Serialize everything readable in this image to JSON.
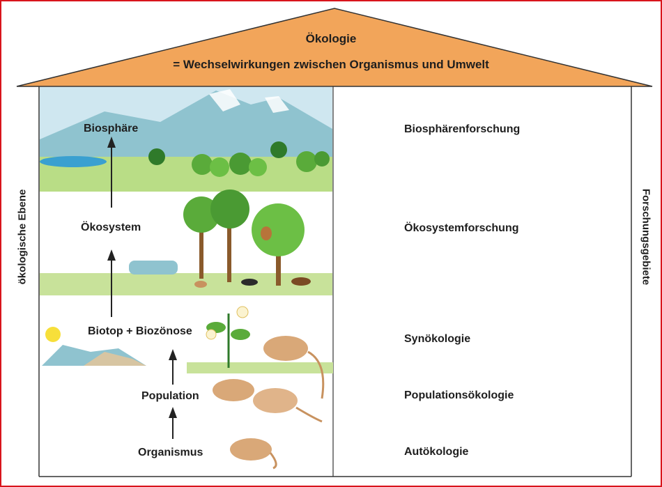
{
  "roof": {
    "title": "Ökologie",
    "subtitle": "= Wechselwirkungen zwischen Organismus und Umwelt"
  },
  "side_labels": {
    "left": "ökologische Ebene",
    "right": "Forschungsgebiete"
  },
  "levels": [
    {
      "label": "Biosphäre",
      "field": "Biosphärenforschung"
    },
    {
      "label": "Ökosystem",
      "field": "Ökosystemforschung"
    },
    {
      "label": "Biotop + Biozönose",
      "field": "Synökologie"
    },
    {
      "label": "Population",
      "field": "Populationsökologie"
    },
    {
      "label": "Organismus",
      "field": "Autökologie"
    }
  ],
  "colors": {
    "roof": "#f2a55a",
    "frame": "#d8141c",
    "grass": "#c8e29a",
    "sky": "#cfe7f0",
    "mountain": "#8fc3cf",
    "tree": "#5aab3a",
    "trunk": "#8a5a2b",
    "mouse": "#d9a878"
  },
  "icons": [
    "arrow-up-icon",
    "tree-icon",
    "mouse-icon",
    "sun-icon",
    "mountain-icon",
    "flower-icon",
    "squirrel-icon",
    "bird-icon"
  ]
}
